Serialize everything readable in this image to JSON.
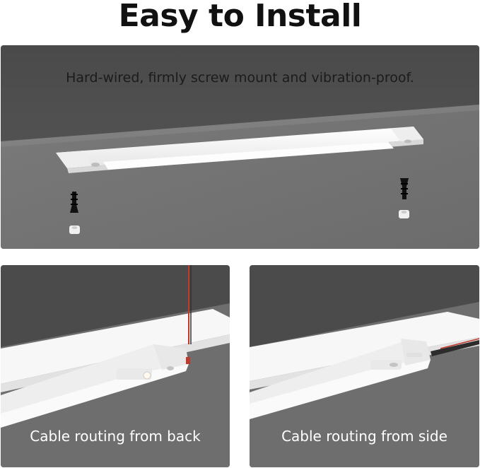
{
  "heading": "Easy to Install",
  "panels": {
    "mount": {
      "caption": "Hard-wired, firmly screw mount and vibration-proof."
    },
    "back": {
      "caption": "Cable routing from back"
    },
    "side": {
      "caption": "Cable routing from side"
    }
  },
  "colors": {
    "wall": "#4a4a4a",
    "ceiling": "#707070",
    "fixture": "#f5f5f5",
    "diffuser": "#fbfbfb",
    "cable": "#c0392b"
  },
  "icons": [
    "screw-icon",
    "anchor-icon",
    "light-bar-icon",
    "motion-sensor-icon",
    "cable-icon"
  ]
}
